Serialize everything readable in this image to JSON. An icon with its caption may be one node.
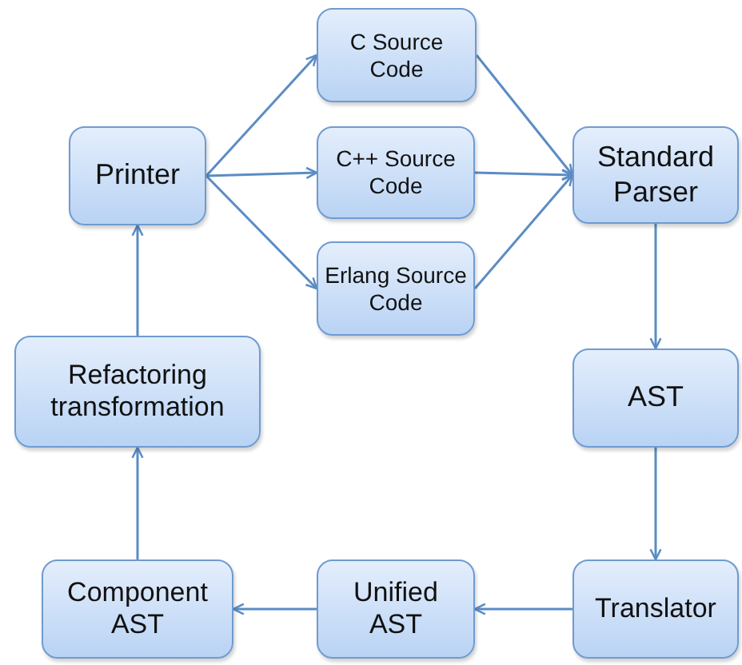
{
  "diagram": {
    "nodes": [
      {
        "text": [
          "Printer"
        ]
      },
      {
        "text": [
          "C Source Code"
        ]
      },
      {
        "text": [
          "C++ Source Code"
        ]
      },
      {
        "text": [
          "Erlang Source Code"
        ]
      },
      {
        "text": [
          "Standard Parser"
        ]
      },
      {
        "text": [
          "Refactoring transformation"
        ]
      },
      {
        "text": [
          "AST"
        ]
      },
      {
        "text": [
          "Component AST"
        ]
      },
      {
        "text": [
          "Unified AST"
        ]
      },
      {
        "text": [
          "Translator"
        ]
      }
    ],
    "edges": [
      {
        "from": 0,
        "to": 1,
        "arrow": "to"
      },
      {
        "from": 0,
        "to": 2,
        "arrow": "to"
      },
      {
        "from": 0,
        "to": 3,
        "arrow": "to"
      },
      {
        "from": 1,
        "to": 4,
        "arrow": "to"
      },
      {
        "from": 2,
        "to": 4,
        "arrow": "to"
      },
      {
        "from": 3,
        "to": 4,
        "arrow": "to"
      },
      {
        "from": 4,
        "to": 6,
        "arrow": "to"
      },
      {
        "from": 6,
        "to": 9,
        "arrow": "to"
      },
      {
        "from": 9,
        "to": 8,
        "arrow": "to"
      },
      {
        "from": 8,
        "to": 7,
        "arrow": "to"
      },
      {
        "from": 7,
        "to": 5,
        "arrow": "to"
      },
      {
        "from": 5,
        "to": 0,
        "arrow": "to"
      }
    ]
  }
}
